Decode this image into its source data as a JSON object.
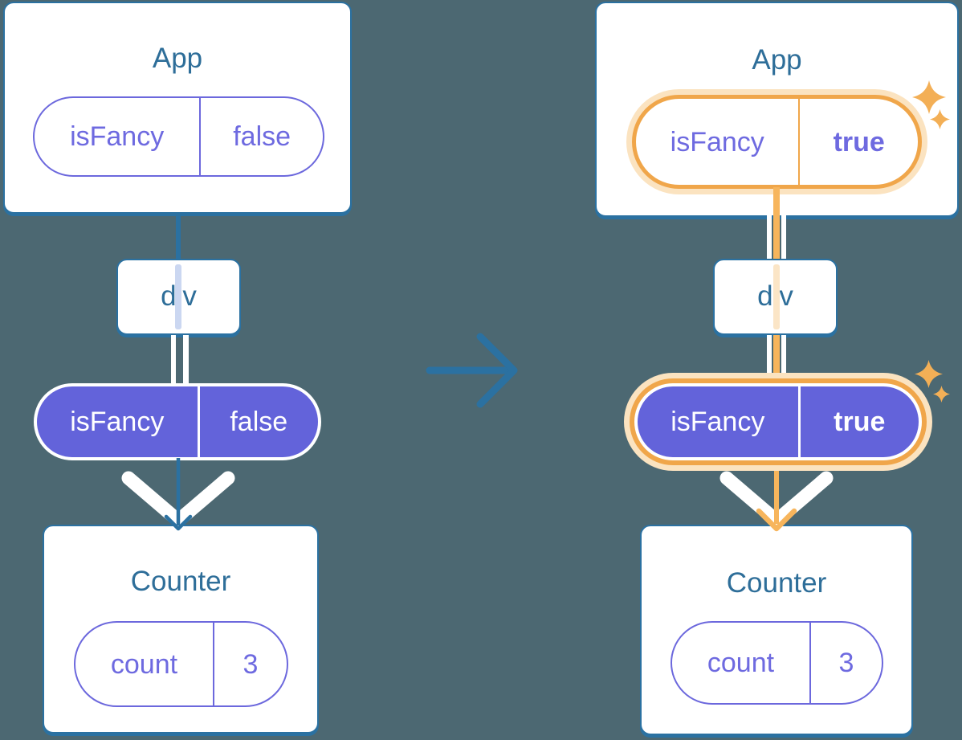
{
  "diagram_title": "props flowing down before and after state change",
  "colors": {
    "background": "#4C6872",
    "card_border": "#2B71A1",
    "title_text": "#2E6E99",
    "purple": "#6363DA",
    "purple_line": "#6C68DD",
    "purple_text": "#6E6AE0",
    "orange": "#F0A64A",
    "orange_glow": "#FBE3C0",
    "orange_line": "#F7B55C",
    "pale_blue": "#CBD7F1",
    "pale_peach": "#FBE5C6",
    "sparkle": "#F3AF56",
    "arrow_blue": "#2B71A1",
    "white": "#FFFFFF"
  },
  "left": {
    "app": {
      "title": "App",
      "prop": {
        "name": "isFancy",
        "value": "false"
      }
    },
    "div": {
      "title": "div"
    },
    "flow": {
      "name": "isFancy",
      "value": "false"
    },
    "counter": {
      "title": "Counter",
      "state": {
        "name": "count",
        "value": "3"
      }
    }
  },
  "right": {
    "app": {
      "title": "App",
      "prop": {
        "name": "isFancy",
        "value": "true"
      }
    },
    "div": {
      "title": "div"
    },
    "flow": {
      "name": "isFancy",
      "value": "true"
    },
    "counter": {
      "title": "Counter",
      "state": {
        "name": "count",
        "value": "3"
      }
    }
  },
  "icons": {
    "transition_arrow": "arrow-right",
    "prop_pass_arrow": "chevron-down-arrow",
    "sparkle": "four-point-star"
  }
}
